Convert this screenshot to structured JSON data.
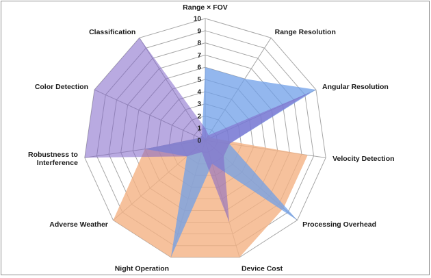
{
  "chart_data": {
    "type": "radar",
    "title": "",
    "axes": [
      "Range × FOV",
      "Range Resolution",
      "Angular Resolution",
      "Velocity Detection",
      "Processing Overhead",
      "Device Cost",
      "Night Operation",
      "Adverse Weather",
      "Robustness to Interference",
      "Color Detection",
      "Classification"
    ],
    "axis_label_lines": [
      [
        "Range × FOV"
      ],
      [
        "Range Resolution"
      ],
      [
        "Angular Resolution"
      ],
      [
        "Velocity Detection"
      ],
      [
        "Processing Overhead"
      ],
      [
        "Device Cost"
      ],
      [
        "Night Operation"
      ],
      [
        "Adverse Weather"
      ],
      [
        "Robustness to",
        "Interference"
      ],
      [
        "Color Detection"
      ],
      [
        "Classification"
      ]
    ],
    "ticks": [
      "0",
      "1",
      "2",
      "3",
      "4",
      "5",
      "6",
      "7",
      "8",
      "9",
      "10"
    ],
    "rlim": [
      0,
      10
    ],
    "grid": true,
    "legend": "none",
    "series": [
      {
        "values": [
          0,
          0.5,
          0.5,
          8.5,
          8.5,
          10,
          10,
          10,
          5,
          0.5,
          0.5
        ],
        "fill": "#f4b183",
        "fill_opacity": 0.8
      },
      {
        "values": [
          6,
          6,
          10,
          2,
          10,
          2,
          10,
          2,
          5,
          0.5,
          0.5
        ],
        "fill": "#6f9fe8",
        "fill_opacity": 0.75
      },
      {
        "values": [
          1,
          0.5,
          9.5,
          2,
          2,
          7,
          1,
          2,
          10,
          10,
          10
        ],
        "fill": "#8064c9",
        "fill_opacity": 0.55
      }
    ]
  }
}
